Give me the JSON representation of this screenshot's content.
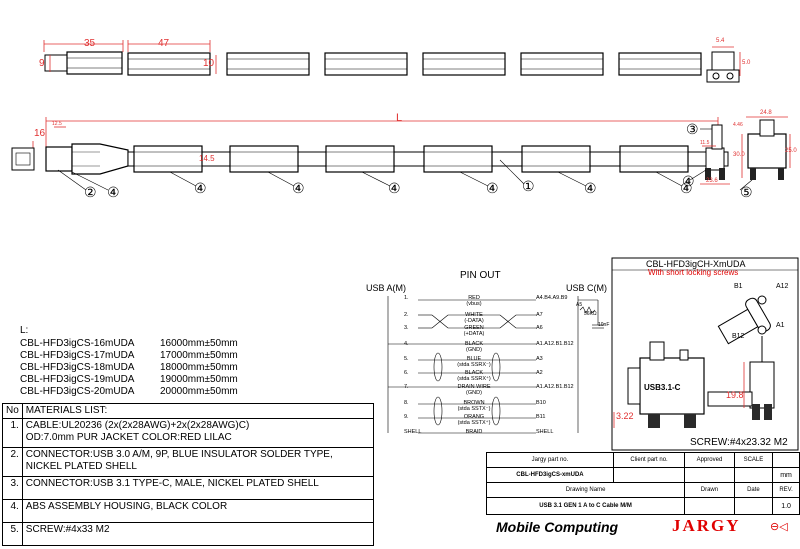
{
  "dims": {
    "plug_len": "35",
    "seg_len": "47",
    "plug_h": "9",
    "seg_h": "10",
    "cable_len": "L",
    "plug_w": "16",
    "small_12": "12.5",
    "small_55": "5.4",
    "small_50": "5.0",
    "small_120": "12.0",
    "small_145": "14.5",
    "small_115": "11.5",
    "small_236": "23.6",
    "small_30": "30.0",
    "small_248": "24.8",
    "small_250": "25.0",
    "small_446": "4.46"
  },
  "balloons": [
    "②",
    "④",
    "④",
    "④",
    "④",
    "④",
    "①",
    "④",
    "④",
    "③",
    "④",
    "⑤"
  ],
  "lengths": {
    "heading": "L:",
    "rows": [
      {
        "model": "CBL-HFD3igCS-16mUDA",
        "len": "16000mm±50mm"
      },
      {
        "model": "CBL-HFD3igCS-17mUDA",
        "len": "17000mm±50mm"
      },
      {
        "model": "CBL-HFD3igCS-18mUDA",
        "len": "18000mm±50mm"
      },
      {
        "model": "CBL-HFD3igCS-19mUDA",
        "len": "19000mm±50mm"
      },
      {
        "model": "CBL-HFD3igCS-20mUDA",
        "len": "20000mm±50mm"
      }
    ]
  },
  "materials": {
    "header_no": "No",
    "header": "MATERIALS LIST:",
    "rows": [
      {
        "n": "1.",
        "text": "CABLE:UL20236 (2x(2x28AWG)+2x(2x28AWG)C)\nOD:7.0mm  PUR JACKET COLOR:RED LILAC"
      },
      {
        "n": "2.",
        "text": "CONNECTOR:USB 3.0 A/M, 9P, BLUE INSULATOR SOLDER TYPE,\nNICKEL PLATED SHELL"
      },
      {
        "n": "3.",
        "text": "CONNECTOR:USB 3.1 TYPE-C, MALE, NICKEL PLATED SHELL"
      },
      {
        "n": "4.",
        "text": "ABS ASSEMBLY HOUSING, BLACK COLOR"
      },
      {
        "n": "5.",
        "text": "SCREW:#4x33 M2"
      }
    ]
  },
  "pinout": {
    "title": "PIN OUT",
    "left": "USB A(M)",
    "right": "USB C(M)",
    "resistor": "A5",
    "res_val": "56KΩ",
    "cap": "10nF",
    "rows": [
      {
        "a": "1.",
        "name": "RED",
        "sub": "(vbus)",
        "c": "A4.B4.A9.B9"
      },
      {
        "a": "2.",
        "name": "WHITE",
        "sub": "(-DATA)",
        "c": "A7"
      },
      {
        "a": "3.",
        "name": "GREEN",
        "sub": "(+DATA)",
        "c": "A6"
      },
      {
        "a": "4.",
        "name": "BLACK",
        "sub": "(GND)",
        "c": "A1.A12.B1.B12"
      },
      {
        "a": "5.",
        "name": "BLUE",
        "sub": "(stda SSRX⁻)",
        "c": "A3"
      },
      {
        "a": "6.",
        "name": "BLACK",
        "sub": "(stda SSRX⁺)",
        "c": "A2"
      },
      {
        "a": "7.",
        "name": "DRAIN WIRE",
        "sub": "(GND)",
        "c": "A1.A12.B1.B12"
      },
      {
        "a": "8.",
        "name": "BROWN",
        "sub": "(stda SSTX⁻)",
        "c": "B10"
      },
      {
        "a": "9.",
        "name": "ORANG",
        "sub": "(stda SSTX⁺)",
        "c": "B11"
      },
      {
        "a": "SHELL",
        "name": "BRAID",
        "sub": "",
        "c": "SHELL"
      }
    ]
  },
  "variant": {
    "title": "CBL-HFD3igCH-XmUDA",
    "subtitle": "With short locking screws",
    "b1": "B1",
    "a12": "A12",
    "b12": "B12",
    "a1": "A1",
    "dim_198": "19.8",
    "dim_322": "3.22",
    "housing_label": "USB3.1-C",
    "screw": "SCREW:#4x23.32 M2"
  },
  "title_block": {
    "jargy_part": "Jargy part no.",
    "client_part": "Client part no.",
    "approved": "Approved",
    "scale": "SCALE",
    "unit": "mm",
    "part_no": "CBL-HFD3igCS-xmUDA",
    "drawing_name": "Drawing Name",
    "drawn": "Drawn",
    "date": "Date",
    "rev": "REV.",
    "description": "USB 3.1 GEN 1 A to C Cable M/M",
    "rev_val": "1.0",
    "logo1": "Mobile Computing",
    "logo2": "JARGY"
  },
  "colors": {
    "dim": "#e03030",
    "line": "#000000",
    "accent": "#e00000"
  }
}
